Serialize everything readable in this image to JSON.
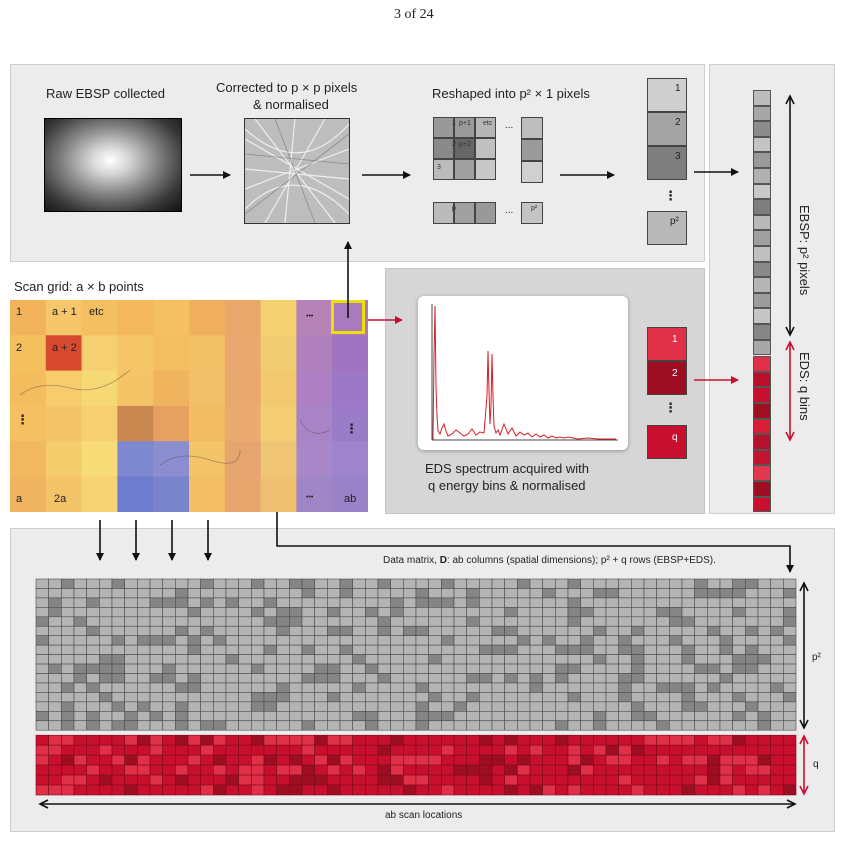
{
  "page_header": "3 of 24",
  "top_panel": {
    "raw_label": "Raw EBSP collected",
    "corrected_label_line1": "Corrected to p × p pixels",
    "corrected_label_line2": "& normalised",
    "reshaped_label": "Reshaped into p² × 1 pixels",
    "pixel_grid_labels": [
      "1",
      "p+1",
      "etc",
      "2",
      "p+2",
      "3",
      "p",
      "p²"
    ],
    "ellipsis": "...",
    "column_labels": [
      "1",
      "2",
      "3",
      "p²"
    ],
    "vdots": "⋮"
  },
  "scan_grid": {
    "title": "Scan grid: a × b points",
    "labels": [
      "1",
      "a + 1",
      "etc",
      "2",
      "a + 2",
      "a",
      "2a",
      "ab"
    ],
    "dots": "•••",
    "vdots": "⋮"
  },
  "eds_panel": {
    "caption_line1": "EDS spectrum acquired with",
    "caption_line2": "q energy bins & normalised",
    "bin_labels": [
      "1",
      "2",
      "q"
    ],
    "vdots": "⋮"
  },
  "vector": {
    "ebsp_label": "EBSP: p² pixels",
    "eds_label": "EDS: q bins"
  },
  "matrix": {
    "caption_prefix": "Data matrix, ",
    "caption_bold": "D",
    "caption_suffix": ": ab columns (spatial dimensions); p² + q rows (EBSP+EDS).",
    "p2_label": "p²",
    "q_label": "q",
    "ab_label": "ab scan locations"
  },
  "colors": {
    "gray_light": "#b4b4b4",
    "gray_dark": "#858585",
    "red": "#c8102e",
    "red_light": "#e03048",
    "red_dark": "#9e0e22",
    "yellow_box": "#f0e000"
  }
}
